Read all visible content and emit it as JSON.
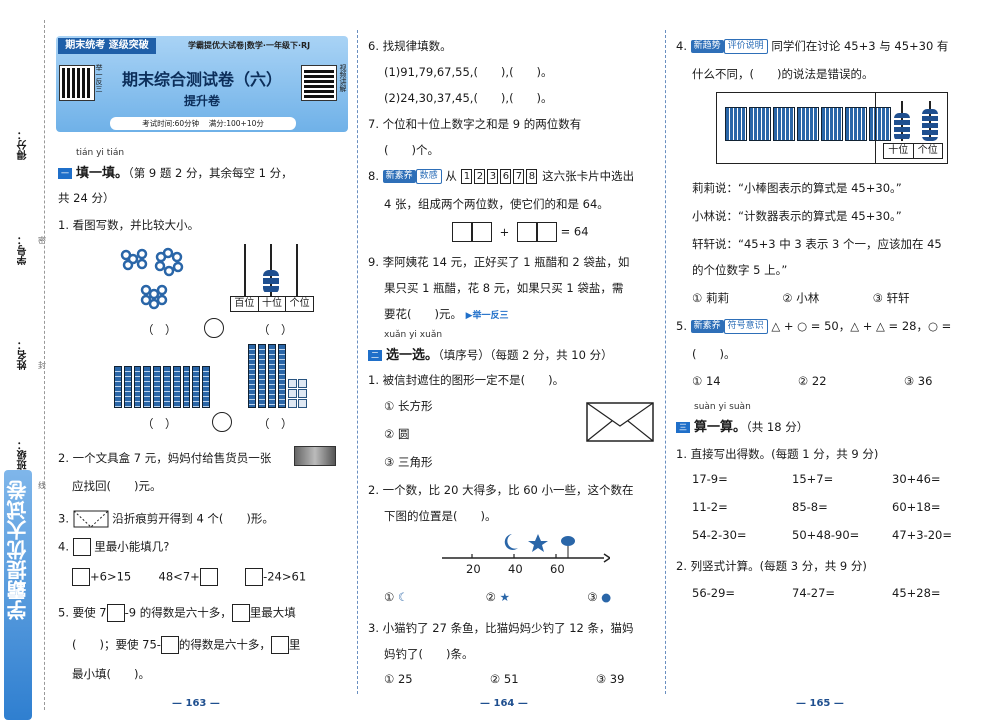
{
  "spine": {
    "brand": "学霸提优大试卷",
    "labels": [
      "得分：",
      "学号：",
      "姓名：",
      "班级："
    ],
    "fold_marks": [
      "密",
      "封",
      "线"
    ]
  },
  "header": {
    "banner": "期末统考 逐级突破",
    "series": "学霸提优大试卷|数学·一年级下·RJ",
    "title": "期末综合测试卷（六）",
    "subtitle": "提升卷",
    "qr_left": "举一反三",
    "qr_right": "视频讲解",
    "time": "考试时间:60分钟",
    "score": "满分:100+10分"
  },
  "col1": {
    "sec1_pinyin": "tián yi tián",
    "sec1_title": "填一填。",
    "sec1_note": "（第 9 题 2 分，其余每空 1 分，",
    "sec1_note2": "共 24 分）",
    "q1": "1. 看图写数，并比较大小。",
    "place": [
      "百位",
      "十位",
      "个位"
    ],
    "paren": "（　）",
    "q2a": "2. 一个文具盒 7 元，妈妈付给售货员一张",
    "q2b": "应找回(　　)元。",
    "q3": "3.",
    "q3b": "沿折痕剪开得到 4 个(　　)形。",
    "q4": "4.",
    "q4b": "里最小能填几?",
    "q4_items": [
      "+6>15",
      "48<7+",
      "-24>61"
    ],
    "q5a": "5. 要使 7",
    "q5b": "-9 的得数是六十多，",
    "q5c": "里最大填",
    "q5d": "(　　)；要使 75-",
    "q5e": "的得数是六十多，",
    "q5f": "里",
    "q5g": "最小填(　　)。",
    "page": "— 163 —"
  },
  "col2": {
    "q6": "6. 找规律填数。",
    "q6_1": "(1)91,79,67,55,(　　),(　　)。",
    "q6_2": "(2)24,30,37,45,(　　),(　　)。",
    "q7a": "7. 个位和十位上数字之和是 9 的两位数有",
    "q7b": "(　　)个。",
    "q8_tag1": "新素养",
    "q8_tag2": "数感",
    "q8a": "8.",
    "q8_from": "从",
    "q8_cards": [
      "1",
      "2",
      "3",
      "6",
      "7",
      "8"
    ],
    "q8_tail": "这六张卡片中选出",
    "q8b": "4 张，组成两个两位数，使它们的和是 64。",
    "q8_eq": "= 64",
    "q9a": "9. 李阿姨花 14 元，正好买了 1 瓶醋和 2 袋盐，如",
    "q9b": "果只买 1 瓶醋，花 8 元，如果只买 1 袋盐，需",
    "q9c": "要花(　　)元。",
    "q9_link": "▶举一反三",
    "sec2_pinyin": "xuǎn yi xuǎn",
    "sec2_title": "选一选。",
    "sec2_note": "（填序号）（每题 2 分，共 10 分）",
    "s1": "1. 被信封遮住的图形一定不是(　　)。",
    "s1_opts": [
      "① 长方形",
      "② 圆",
      "③ 三角形"
    ],
    "s2a": "2. 一个数，比 20 大得多，比 60 小一些，这个数在",
    "s2b": "下图的位置是(　　)。",
    "s2_ticks": [
      "20",
      "40",
      "60"
    ],
    "s2_opts": [
      "①",
      "②",
      "③"
    ],
    "s3a": "3. 小猫钓了 27 条鱼，比猫妈妈少钓了 12 条，猫妈",
    "s3b": "妈钓了(　　)条。",
    "s3_opts": [
      "① 25",
      "② 51",
      "③ 39"
    ],
    "page": "— 164 —"
  },
  "col3": {
    "q4_tag1": "新趋势",
    "q4_tag2": "评价说明",
    "q4a": "4.",
    "q4_text": "同学们在讨论 45+3 与 45+30 有",
    "q4b": "什么不同，(　　)的说法是错误的。",
    "abacus_labels": [
      "十位",
      "个位"
    ],
    "q4_l1": "莉莉说：“小棒图表示的算式是 45+30。”",
    "q4_l2": "小林说：“计数器表示的算式是 45+30。”",
    "q4_l3": "轩轩说：“45+3 中 3 表示 3 个一，应该加在 45",
    "q4_l4": "的个位数字 5 上。”",
    "q4_opts": [
      "① 莉莉",
      "② 小林",
      "③ 轩轩"
    ],
    "q5_tag1": "新素养",
    "q5_tag2": "符号意识",
    "q5a": "5.",
    "q5_text": "△ + ○ = 50，△ + △ = 28，○ =",
    "q5b": "(　　)。",
    "q5_opts": [
      "① 14",
      "② 22",
      "③ 36"
    ],
    "sec3_pinyin": "suàn yi suàn",
    "sec3_title": "算一算。",
    "sec3_note": "（共 18 分）",
    "c1": "1. 直接写出得数。(每题 1 分，共 9 分)",
    "c1_items": [
      "17-9=",
      "15+7=",
      "30+46=",
      "11-2=",
      "85-8=",
      "60+18=",
      "54-2-30=",
      "50+48-90=",
      "47+3-20="
    ],
    "c2": "2. 列竖式计算。(每题 3 分，共 9 分)",
    "c2_items": [
      "56-29=",
      "74-27=",
      "45+28="
    ],
    "page": "— 165 —"
  },
  "colors": {
    "accent": "#1f6fc9",
    "banner": "#3b82c4",
    "spine": "#2f7fd0"
  }
}
